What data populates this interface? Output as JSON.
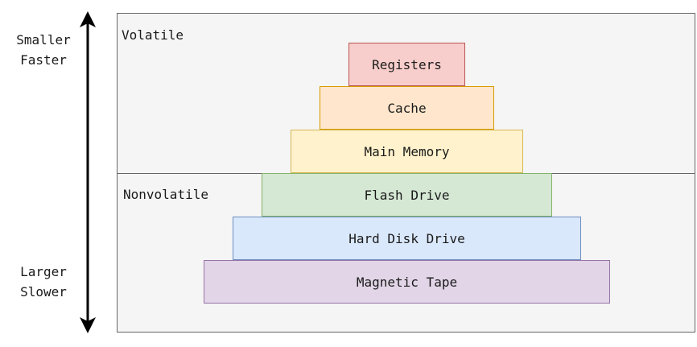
{
  "regions": {
    "volatile": "Volatile",
    "nonvolatile": "Nonvolatile"
  },
  "axis": {
    "top": [
      "Smaller",
      "Faster"
    ],
    "bottom": [
      "Larger",
      "Slower"
    ]
  },
  "tiers": [
    {
      "label": "Registers",
      "fill": "#f8cecc",
      "stroke": "#b85450"
    },
    {
      "label": "Cache",
      "fill": "#ffe6cc",
      "stroke": "#d79b00"
    },
    {
      "label": "Main Memory",
      "fill": "#fff2cc",
      "stroke": "#d6b656"
    },
    {
      "label": "Flash Drive",
      "fill": "#d5e8d4",
      "stroke": "#82b366"
    },
    {
      "label": "Hard Disk Drive",
      "fill": "#dae8fc",
      "stroke": "#6c8ebf"
    },
    {
      "label": "Magnetic Tape",
      "fill": "#e1d5e7",
      "stroke": "#9673a6"
    }
  ]
}
